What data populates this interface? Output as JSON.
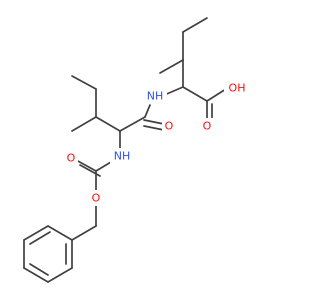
{
  "colors": {
    "bond": "#404040",
    "oxygen": "#ff0d0d",
    "nitrogen": "#3050f8",
    "background": "#ffffff"
  },
  "atoms": {
    "oh": "OH",
    "o_acid": "O",
    "o_amide": "O",
    "o_carbamate_carbonyl": "O",
    "o_carbamate_ester": "O",
    "nh_peptide": "NH",
    "nh_carbamate": "NH"
  }
}
